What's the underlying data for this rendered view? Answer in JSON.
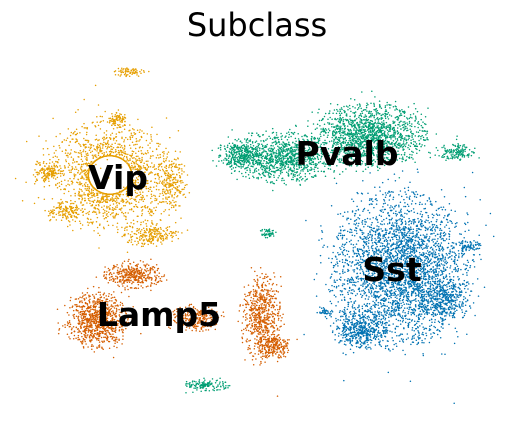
{
  "chart_data": {
    "type": "scatter",
    "title": "Subclass",
    "xlabel": "",
    "ylabel": "",
    "axes_visible": false,
    "grid": false,
    "legend": "none",
    "series": [
      {
        "name": "Vip",
        "color": "#E69F00"
      },
      {
        "name": "Pvalb",
        "color": "#009E73"
      },
      {
        "name": "Sst",
        "color": "#0072B2"
      },
      {
        "name": "Lamp5",
        "color": "#D55E00"
      }
    ]
  }
}
